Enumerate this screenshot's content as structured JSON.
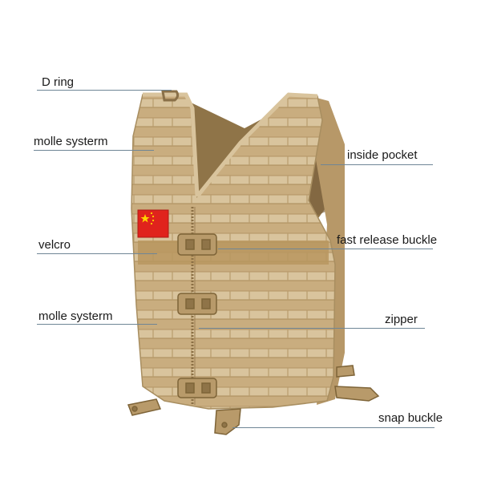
{
  "labels": {
    "d_ring": "D ring",
    "molle_upper": "molle systerm",
    "inside_pocket": "inside pocket",
    "velcro": "velcro",
    "fast_release_buckle": "fast release buckle",
    "molle_lower": "molle systerm",
    "zipper": "zipper",
    "snap_buckle": "snap buckle"
  },
  "colors": {
    "vest_fabric": "#c9ad7f",
    "vest_shadow": "#a88e60",
    "webbing": "#d8c29b",
    "lining": "#8f7448",
    "buckle": "#b89a6a",
    "flag_red": "#e0231c",
    "flag_star": "#ffd400",
    "leader_line": "#6f8696"
  },
  "product": "tactical vest (tan)"
}
